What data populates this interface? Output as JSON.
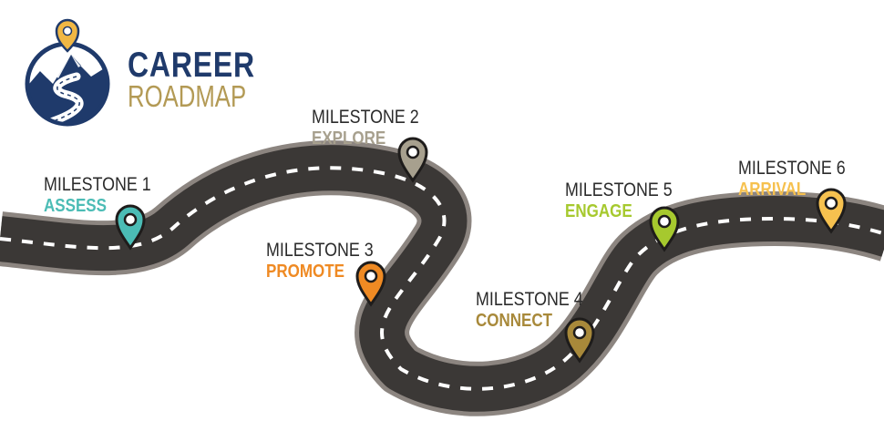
{
  "logo": {
    "line1": "CAREER",
    "line2": "ROADMAP",
    "colors": {
      "navy": "#1f3a6b",
      "gold": "#b39a55"
    },
    "icon": "mountain-road-pin-icon"
  },
  "milestones": [
    {
      "title": "MILESTONE 1",
      "name": "ASSESS",
      "color": "#4bbcb5"
    },
    {
      "title": "MILESTONE 2",
      "name": "EXPLORE",
      "color": "#a7a08e"
    },
    {
      "title": "MILESTONE 3",
      "name": "PROMOTE",
      "color": "#ef8a23"
    },
    {
      "title": "MILESTONE 4",
      "name": "CONNECT",
      "color": "#a8893a"
    },
    {
      "title": "MILESTONE 5",
      "name": "ENGAGE",
      "color": "#a6c92e"
    },
    {
      "title": "MILESTONE 6",
      "name": "ARRIVAL",
      "color": "#f6c14f"
    }
  ],
  "road": {
    "asphalt": "#3b3836",
    "edge": "#8c8580",
    "dash": "#ffffff"
  },
  "pin_icon": "map-pin-icon"
}
